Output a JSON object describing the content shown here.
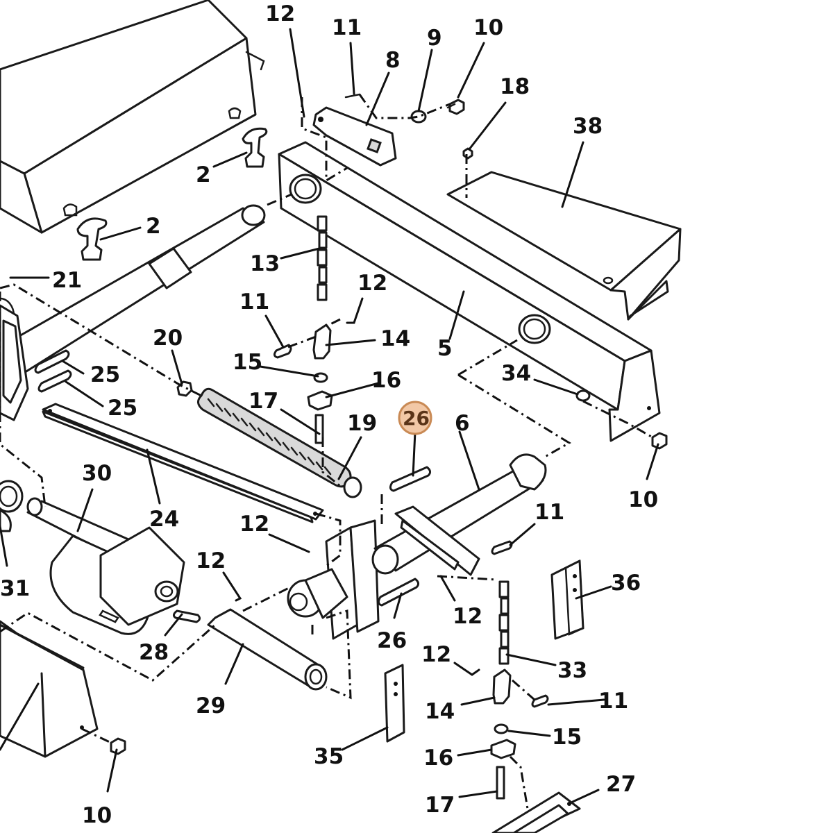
{
  "callouts": {
    "c12a": "12",
    "c11a": "11",
    "c8": "8",
    "c9": "9",
    "c10a": "10",
    "c18": "18",
    "c38": "38",
    "c2a": "2",
    "c2b": "2",
    "c21": "21",
    "c13": "13",
    "c12b": "12",
    "c11b": "11",
    "c14a": "14",
    "c5": "5",
    "c20": "20",
    "c15a": "15",
    "c16a": "16",
    "c25a": "25",
    "c25b": "25",
    "c17a": "17",
    "c34": "34",
    "c19": "19",
    "c26a": "26",
    "c6": "6",
    "c10b": "10",
    "c30": "30",
    "c24": "24",
    "c12c": "12",
    "c11c": "11",
    "c12d": "12",
    "c36": "36",
    "c31": "31",
    "c28": "28",
    "c12e": "12",
    "c26b": "26",
    "c12f": "12",
    "c33": "33",
    "c11d": "11",
    "c29": "29",
    "c14b": "14",
    "c35": "35",
    "c15b": "15",
    "c16b": "16",
    "c10c": "10",
    "c17b": "17",
    "c27": "27"
  },
  "highlight": {
    "label": "26",
    "color": "#f2c8a6"
  }
}
